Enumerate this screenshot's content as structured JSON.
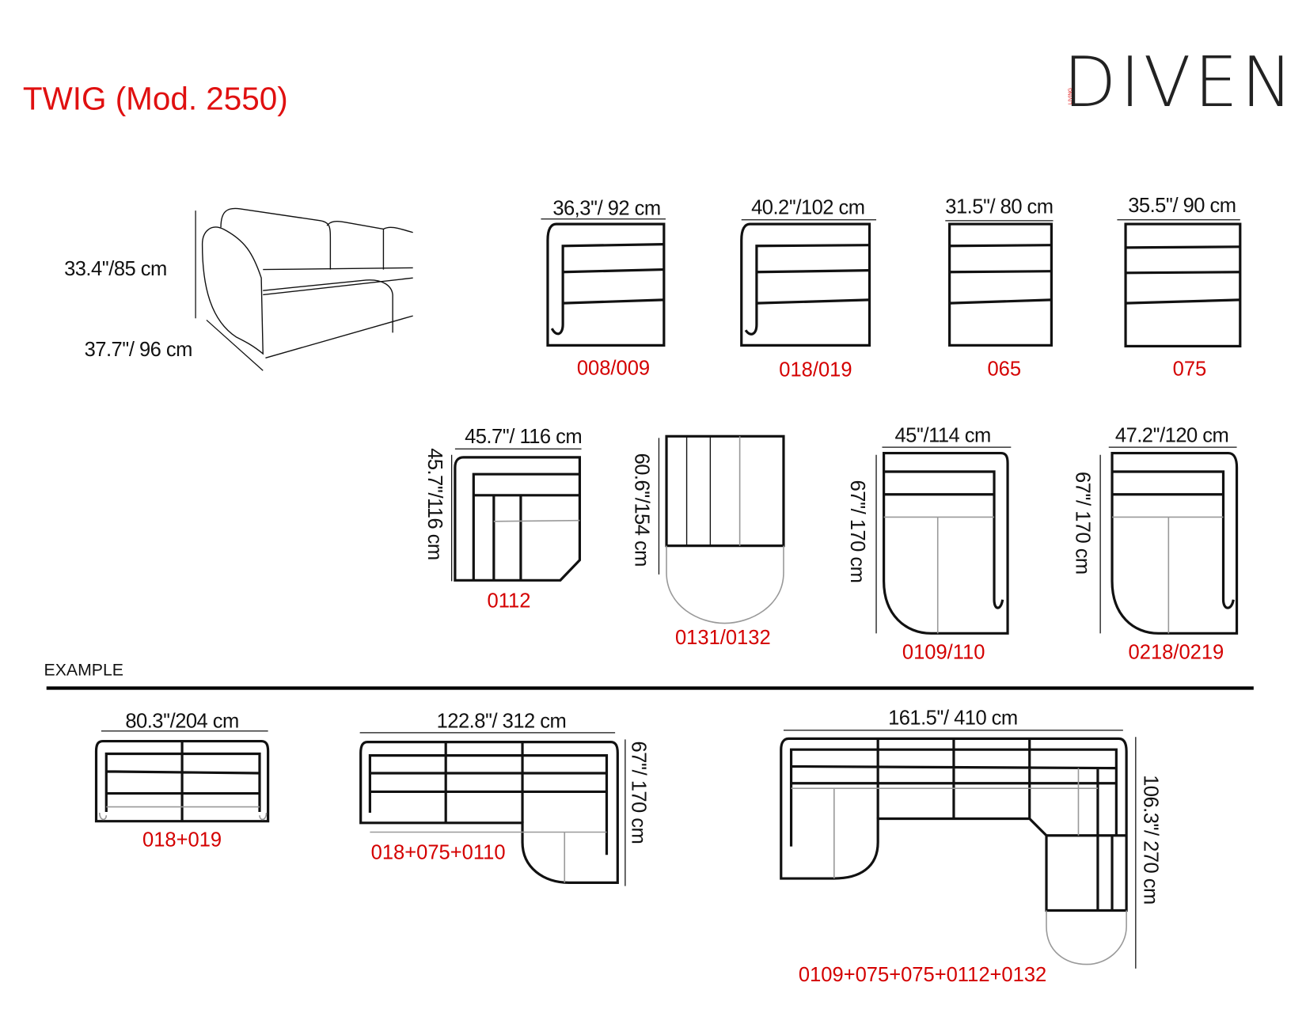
{
  "header": {
    "title": "TWIG (Mod. 2550)",
    "brand": "DIVEN",
    "brand_sub": "LIVING",
    "accent_color": "#e01010"
  },
  "overview": {
    "height": "33.4''/85 cm",
    "depth": "37.7''/ 96 cm"
  },
  "modules": [
    {
      "dim": "36,3''/ 92 cm",
      "code": "008/009"
    },
    {
      "dim": "40.2''/102 cm",
      "code": "018/019"
    },
    {
      "dim": "31.5''/ 80 cm",
      "code": "065"
    },
    {
      "dim": "35.5''/ 90 cm",
      "code": "075"
    },
    {
      "dim": "45.7''/ 116 cm",
      "dim2": "45.7''/116 cm",
      "code": "0112"
    },
    {
      "dim2": "60.6''/154 cm",
      "code": "0131/0132"
    },
    {
      "dim": "45''/114 cm",
      "dim2": "67''/ 170 cm",
      "code": "0109/110"
    },
    {
      "dim": "47.2''/120 cm",
      "dim2": "67''/ 170 cm",
      "code": "0218/0219"
    }
  ],
  "example": {
    "label": "EXAMPLE",
    "items": [
      {
        "dim": "80.3''/204 cm",
        "code": "018+019"
      },
      {
        "dim": "122.8''/ 312 cm",
        "dim2": "67''/ 170 cm",
        "code": "018+075+0110"
      },
      {
        "dim": "161.5''/ 410 cm",
        "dim2": "106.3''/ 270 cm",
        "code": "0109+075+075+0112+0132"
      }
    ]
  }
}
